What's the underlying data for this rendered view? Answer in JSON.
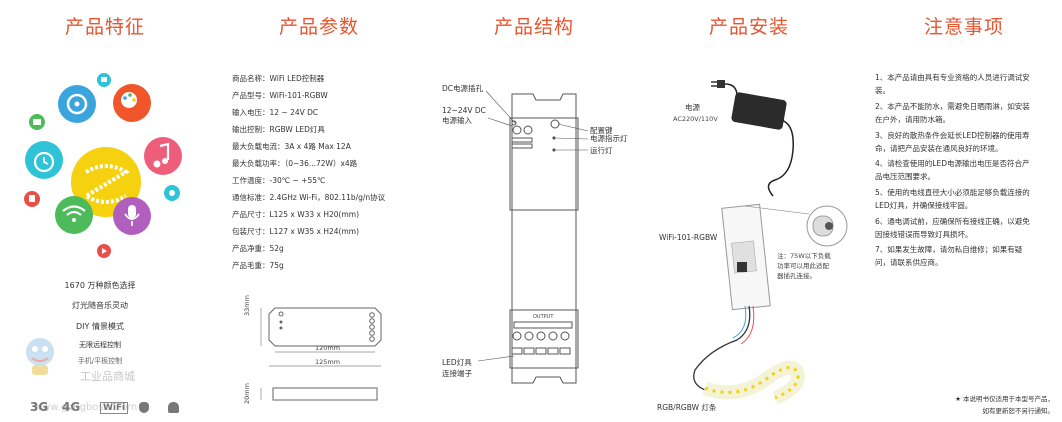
{
  "sections": {
    "features": {
      "title": "产品特征",
      "lines": [
        "1670 万种颜色选择",
        "灯光随音乐灵动",
        "DIY 情景模式",
        "无限远程控制",
        "手机/平板控制"
      ],
      "platforms": [
        "3G",
        "4G",
        "WiFi"
      ]
    },
    "params": {
      "title": "产品参数",
      "specs": [
        "商品名称：WiFi LED控制器",
        "产品型号：WiFi-101-RGBW",
        "输入电压：12 ~ 24V DC",
        "输出控制：RGBW LED灯具",
        "最大负载电流：3A x 4路    Max 12A",
        "最大负载功率：（0~36...72W）x4路",
        "工作温度：-30℃ ~ +55℃",
        "通信标准：2.4GHz Wi-Fi，802.11b/g/n协议",
        "产品尺寸：L125 x W33 x H20(mm)",
        "包装尺寸：L127 x W35 x H24(mm)",
        "产品净重：52g",
        "产品毛重：75g"
      ],
      "dims": {
        "height": "33mm",
        "inner": "120mm",
        "outer": "125mm",
        "depth": "20mm"
      }
    },
    "structure": {
      "title": "产品结构",
      "labels": {
        "dc_socket": "DC电源插孔",
        "dc_input_1": "12~24V DC",
        "dc_input_2": "电源输入",
        "config_key": "配置键",
        "power_led": "电源指示灯",
        "run_led": "运行灯",
        "led_terminal_1": "LED灯具",
        "led_terminal_2": "连接端子",
        "output": "OUTPUT"
      }
    },
    "install": {
      "title": "产品安装",
      "power_label": "电源",
      "power_spec": "AC220V/110V",
      "model_label": "WiFi-101-RGBW",
      "note_lines": [
        "注：75W以下负载",
        "功率可以用此适配",
        "器插孔连接。"
      ],
      "strip_label": "RGB/RGBW 灯条"
    },
    "notes": {
      "title": "注意事项",
      "items": [
        [
          "1、本产品请由具有专业资格的人员进行调试安",
          "装。"
        ],
        [
          "2、本产品不能防水，需避免日晒雨淋，如安装",
          "在户外，请用防水箱。"
        ],
        [
          "3、良好的散热条件会延长LED控制器的使用寿",
          "命，请把产品安装在通风良好的环境。"
        ],
        [
          "4、请检查使用的LED电源输出电压是否符合产",
          "品电压范围要求。"
        ],
        [
          "5、使用的电线直径大小必须能足够负载连接的",
          "LED灯具，并确保接线牢固。"
        ],
        [
          "6、通电调试前，应确保所有接线正确，以避免",
          "因接线错误而导致灯具损坏。"
        ],
        [
          "7、如果发生故障，请勿私自维修；如果有疑",
          "问，请联系供应商。"
        ]
      ],
      "footnote_1": "★ 本说明书仅适用于本型号产品，",
      "footnote_2": "如有更新恕不另行通知。"
    }
  },
  "colors": {
    "heading": "#e8552f",
    "yellow": "#f6d10f",
    "blue": "#3aa4dd",
    "orange": "#f1562b",
    "pink": "#ee5e7b",
    "cyan": "#2ec3d6",
    "green": "#4dbb5a",
    "purple": "#b05fbf",
    "red": "#e94e47"
  },
  "icons": [
    "music-disc-icon",
    "palette-icon",
    "music-note-icon",
    "alarm-clock-icon",
    "wifi-icon",
    "microphone-icon",
    "gallery-icon",
    "play-icon",
    "flower-icon",
    "cup-icon",
    "android-icon",
    "apple-icon"
  ]
}
